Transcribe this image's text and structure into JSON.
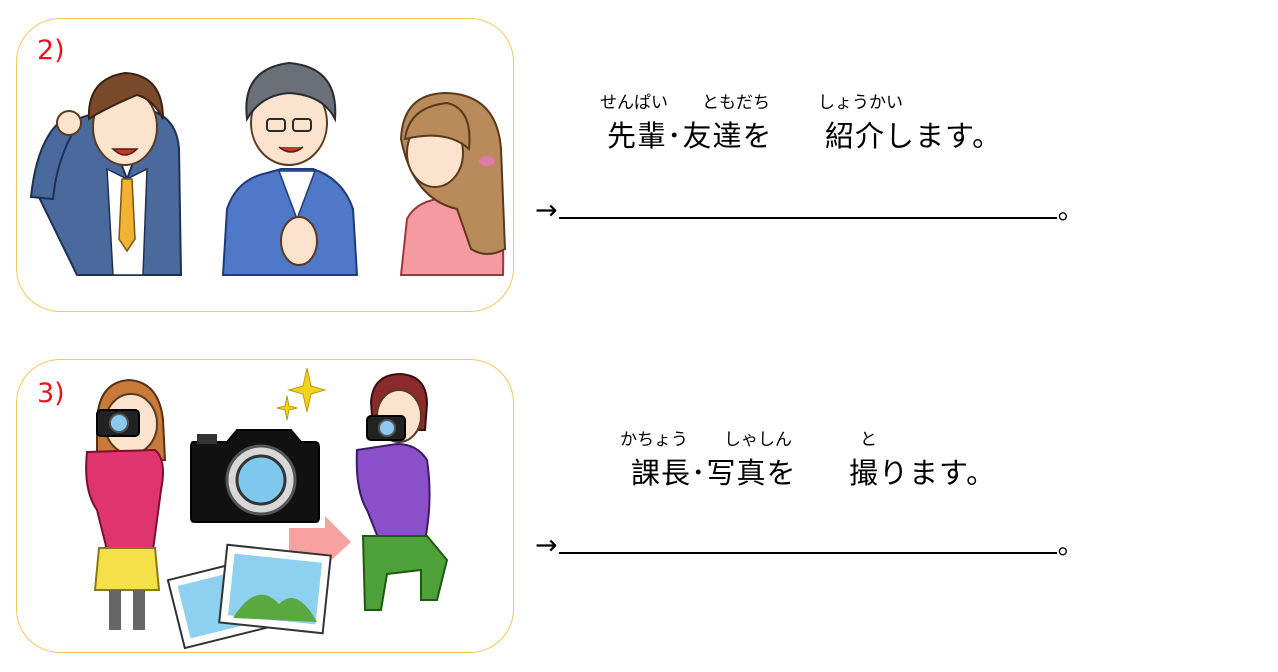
{
  "items": [
    {
      "number": "2)",
      "furigana": {
        "senpai": "せんぱい",
        "tomodachi": "ともだち",
        "shoukai": "しょうかい"
      },
      "sentence": {
        "part1": "先輩･友達を",
        "part2": "紹介します。"
      },
      "answer": {
        "arrow": "→",
        "end": "。"
      }
    },
    {
      "number": "3)",
      "furigana": {
        "kachou": "かちょう",
        "shashin": "しゃしん",
        "to": "と"
      },
      "sentence": {
        "part1": "課長･写真を",
        "part2": "撮ります。"
      },
      "answer": {
        "arrow": "→",
        "end": "。"
      }
    }
  ],
  "icons": [
    "man-scratching-head-icon",
    "man-with-glasses-icon",
    "woman-smiling-icon",
    "woman-with-camera-icon",
    "camera-icon",
    "sparkle-icon",
    "arrow-right-icon",
    "photos-icon",
    "kneeling-photographer-icon"
  ],
  "colors": {
    "number": "#e8141b",
    "card_border": "#f2c75c",
    "arrow": "#f7a1a1"
  }
}
